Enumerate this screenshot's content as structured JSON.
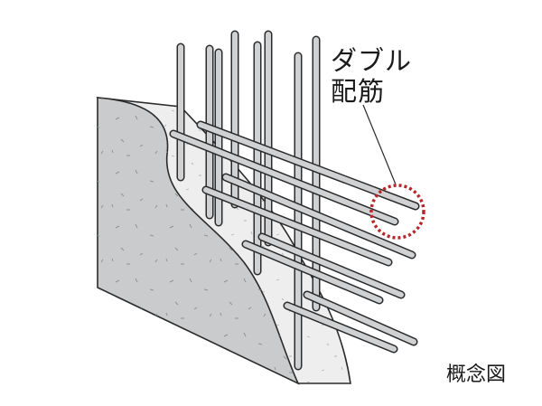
{
  "diagram": {
    "callout": {
      "line1": "ダブル",
      "line2": "配筋"
    },
    "caption": "概念図",
    "colors": {
      "concrete_face": "#c9cbcc",
      "concrete_cut": "#eeeeee",
      "outline": "#2b2b2b",
      "rebar": "#cfd1d3",
      "highlight_circle": "#b8262a"
    }
  }
}
